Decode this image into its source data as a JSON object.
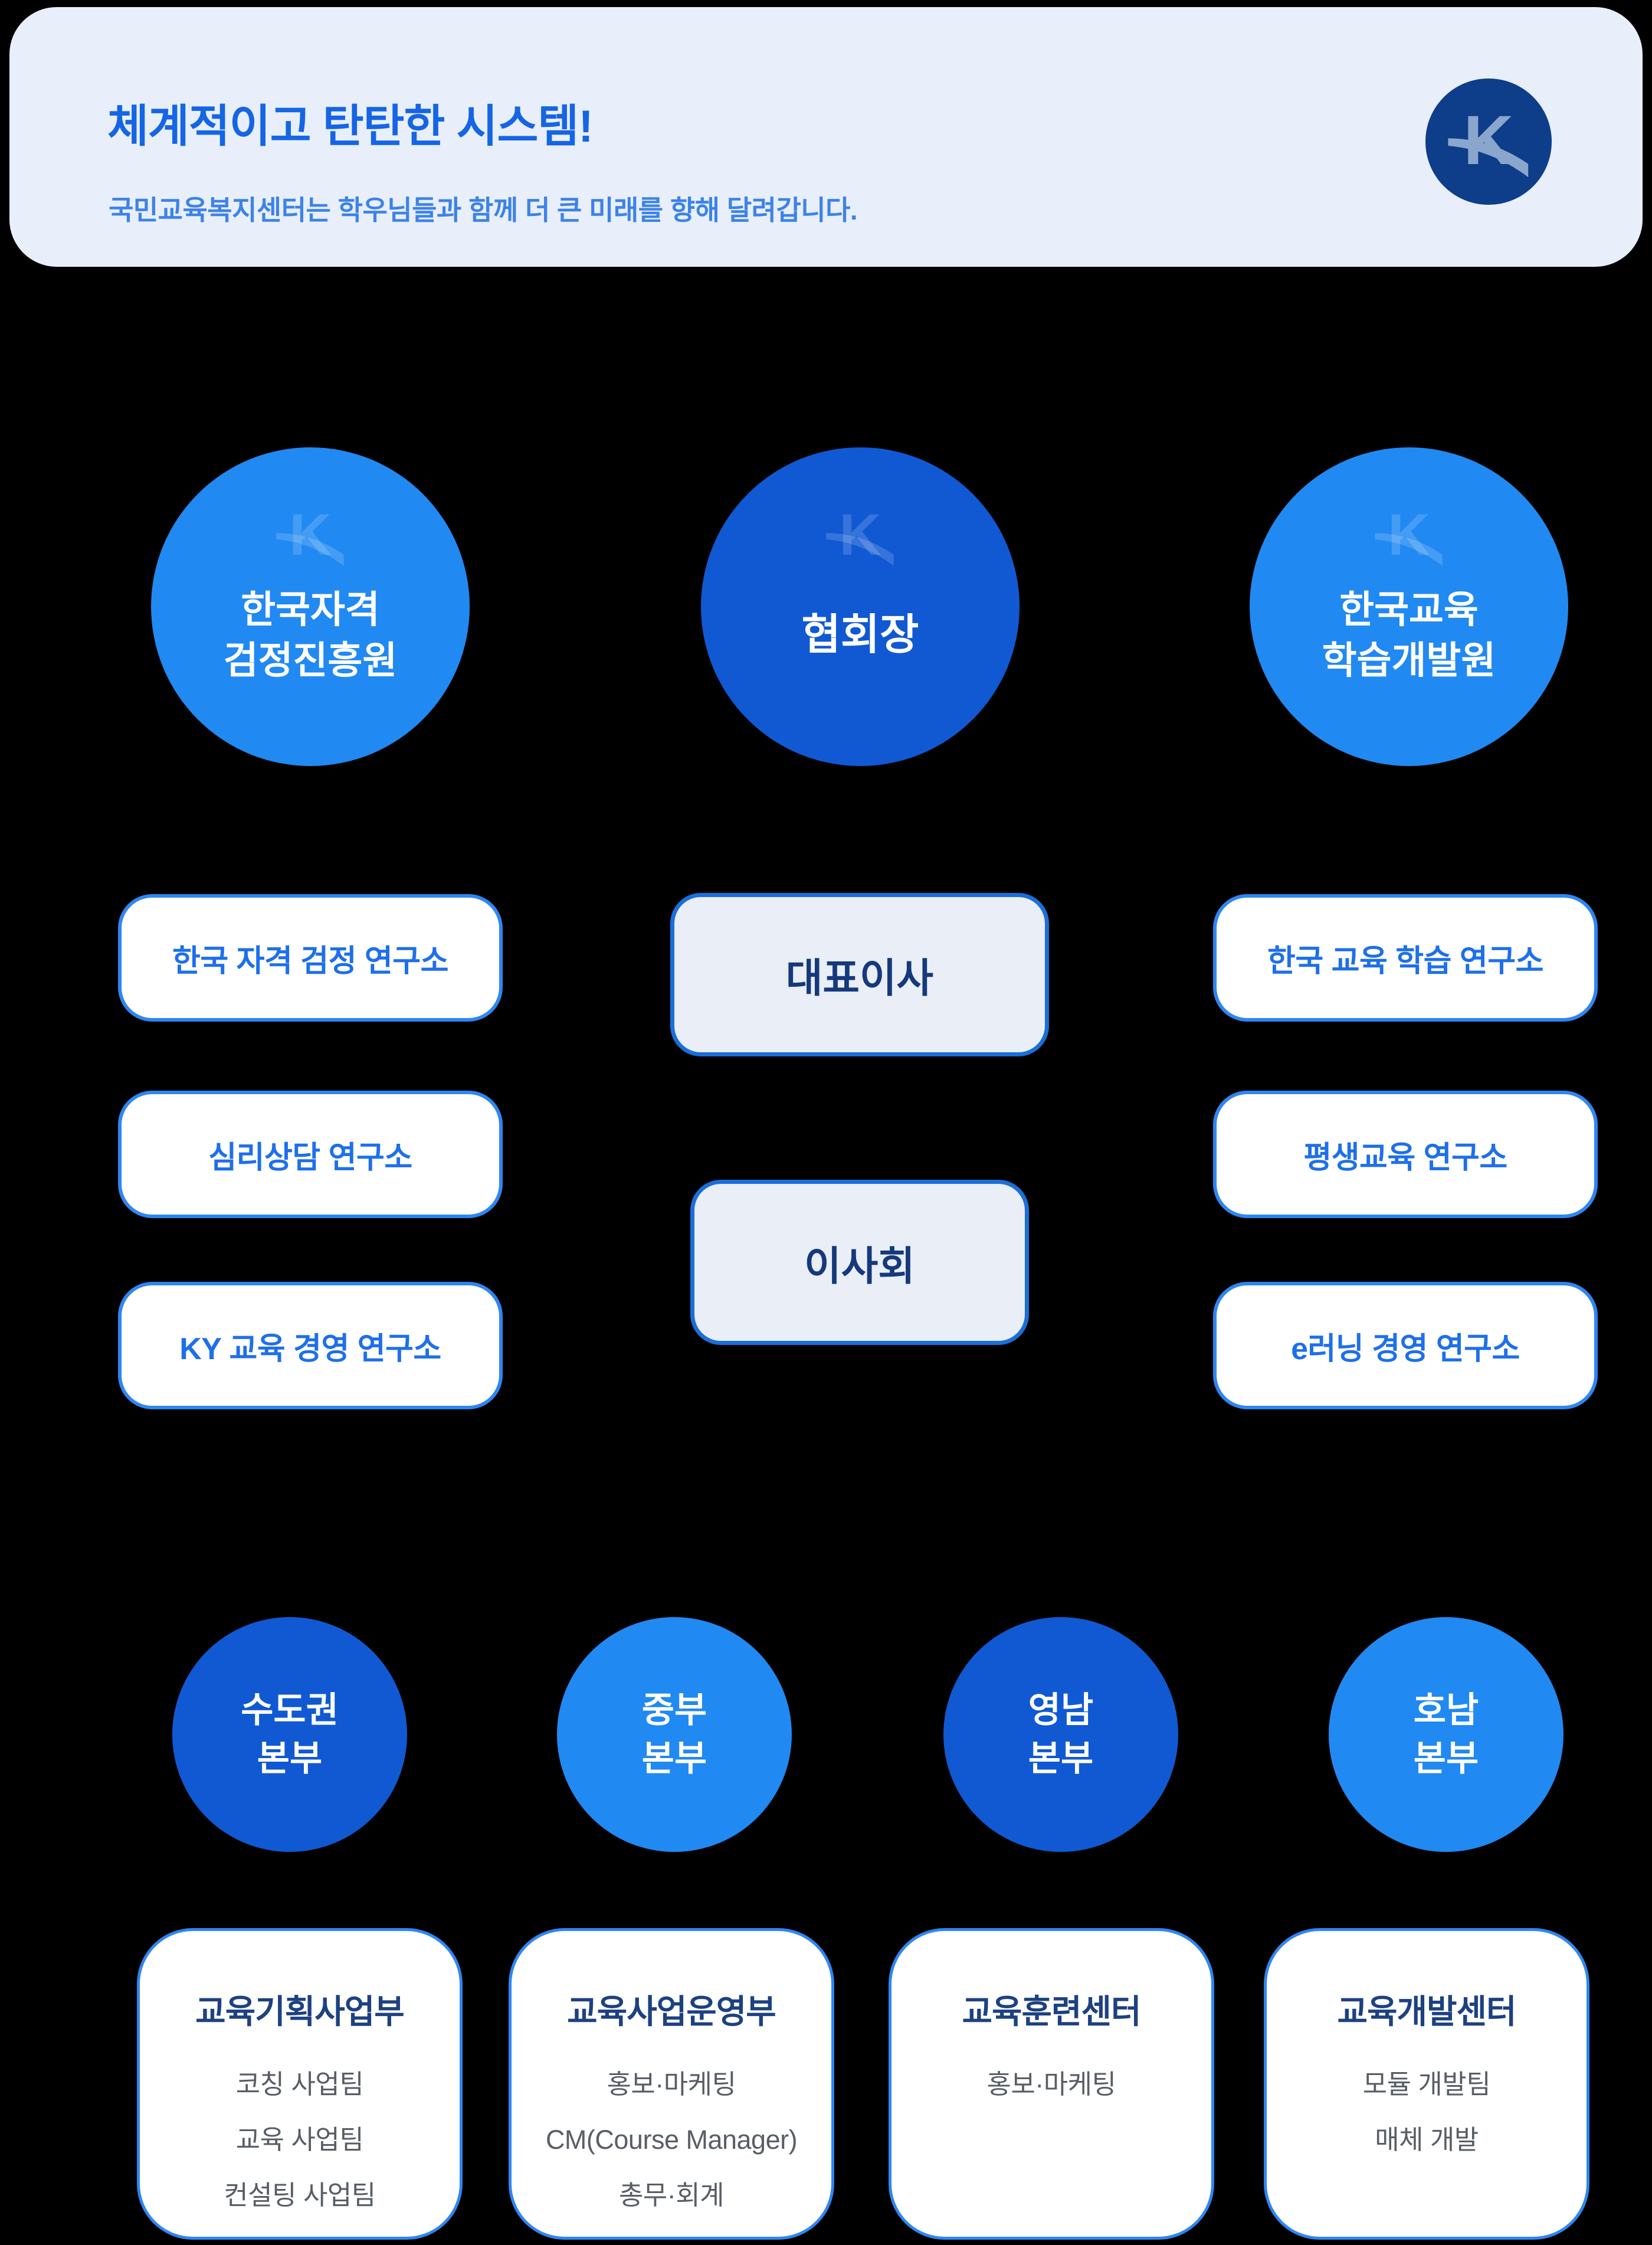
{
  "banner": {
    "title": "체계적이고 탄탄한 시스템!",
    "subtitle": "국민교육복지센터는 학우님들과 함께 더 큰 미래를 향해 달려갑니다.",
    "logo_letter": "K"
  },
  "org": {
    "top_circles": [
      {
        "line1": "한국자격",
        "line2": "검정진흥원"
      },
      {
        "line1": "협회장",
        "line2": ""
      },
      {
        "line1": "한국교육",
        "line2": "학습개발원"
      }
    ],
    "left_labs": [
      "한국 자격 검정 연구소",
      "심리상담 연구소",
      "KY 교육 경영 연구소"
    ],
    "exec_boxes": [
      "대표이사",
      "이사회"
    ],
    "right_labs": [
      "한국 교육 학습 연구소",
      "평생교육 연구소",
      "e러닝 경영 연구소"
    ],
    "branches": [
      {
        "line1": "수도권",
        "line2": "본부"
      },
      {
        "line1": "중부",
        "line2": "본부"
      },
      {
        "line1": "영남",
        "line2": "본부"
      },
      {
        "line1": "호남",
        "line2": "본부"
      }
    ],
    "departments": [
      {
        "title": "교육기획사업부",
        "items": [
          "코칭 사업팀",
          "교육 사업팀",
          "컨설팅 사업팀",
          ""
        ]
      },
      {
        "title": "교육사업운영부",
        "items": [
          "홍보·마케팅",
          "CM(Course Manager)",
          "총무·회계",
          ""
        ]
      },
      {
        "title": "교육훈련센터",
        "items": [
          "홍보·마케팅",
          "",
          "",
          ""
        ]
      },
      {
        "title": "교육개발센터",
        "items": [
          "모듈 개발팀",
          "매체 개발",
          "",
          ""
        ]
      }
    ]
  },
  "colors": {
    "background": "#000000",
    "banner_bg": "#e8effa",
    "title_blue": "#1565e4",
    "subtitle_blue": "#3d82e8",
    "logo_navy": "#0e3d8a",
    "logo_k": "#8ba6cd",
    "circle_light": "#2189f2",
    "circle_dark": "#1059d3",
    "pill_border": "#2e86f3",
    "pill_text": "#1e6feb",
    "panel_bg": "#e9eef7",
    "panel_border": "#1a6fd9",
    "panel_text": "#16397c",
    "card_title_navy": "#1d4181",
    "card_item_gray": "#585e64"
  }
}
